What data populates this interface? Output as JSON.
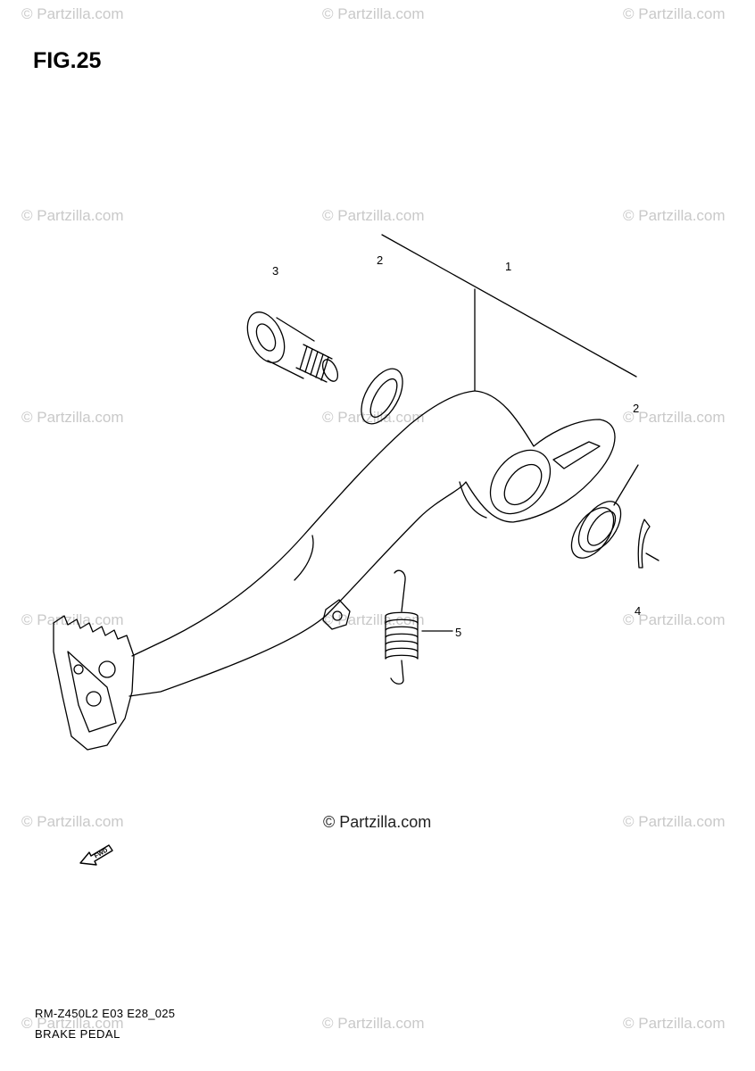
{
  "figure": {
    "title": "FIG.25"
  },
  "watermark": {
    "text": "© Partzilla.com",
    "center_text": "© Partzilla.com"
  },
  "callouts": [
    "1",
    "2",
    "3",
    "2",
    "4",
    "5"
  ],
  "fwd_label": "FWD",
  "footer": {
    "code": "RM-Z450L2 E03 E28_025",
    "name": "BRAKE PEDAL"
  }
}
